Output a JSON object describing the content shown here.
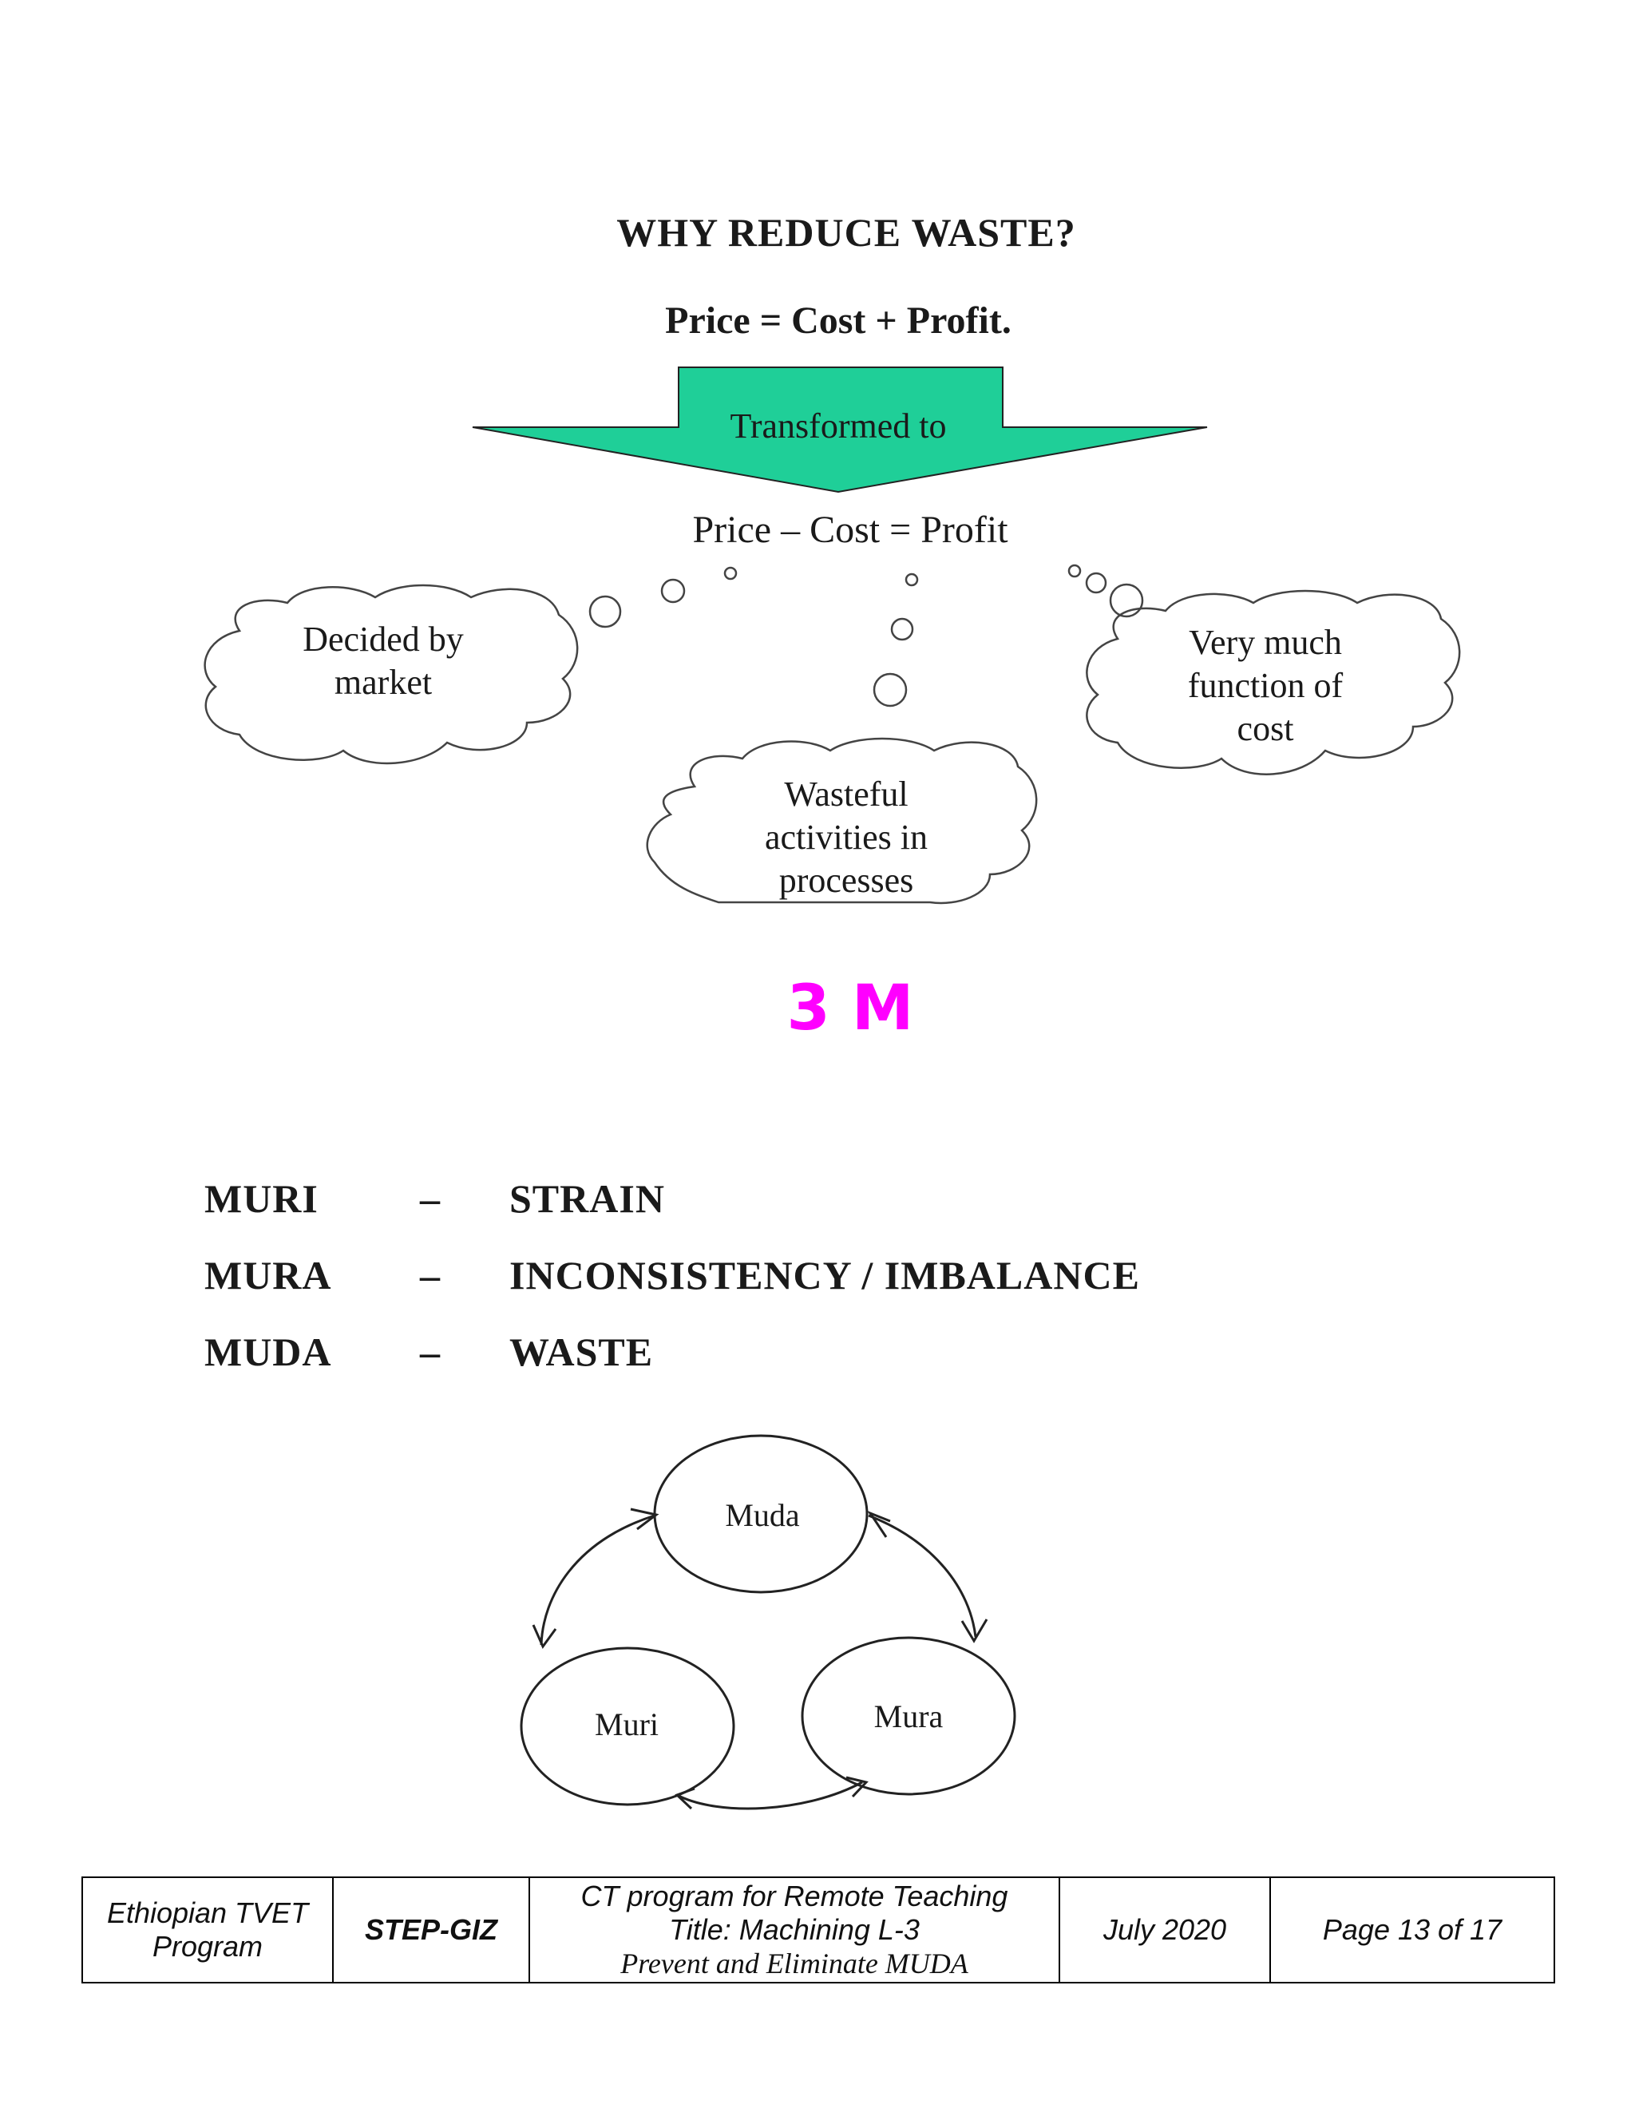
{
  "heading": "WHY REDUCE WASTE?",
  "equation_top": "Price = Cost + Profit.",
  "arrow_label": "Transformed to",
  "equation_bottom": "Price – Cost = Profit",
  "clouds": {
    "left": [
      "Decided by",
      "market"
    ],
    "right": [
      "Very much",
      "function of",
      "cost"
    ],
    "middle": [
      "Wasteful",
      "activities in",
      "processes"
    ]
  },
  "section_title": "3 M",
  "terms": [
    {
      "term": "MURI",
      "dash": "–",
      "meaning": "STRAIN"
    },
    {
      "term": "MURA",
      "dash": "–",
      "meaning": "INCONSISTENCY / IMBALANCE"
    },
    {
      "term": "MUDA",
      "dash": "–",
      "meaning": "WASTE"
    }
  ],
  "cycle": {
    "top": "Muda",
    "left": "Muri",
    "right": "Mura"
  },
  "footer": {
    "program_line1": "Ethiopian TVET",
    "program_line2": "Program",
    "org": "STEP-GIZ",
    "title_line1": "CT program for Remote Teaching",
    "title_line2": "Title:  Machining L-3",
    "title_line3": "Prevent and Eliminate MUDA",
    "date": "July 2020",
    "page": "Page 13 of 17"
  },
  "colors": {
    "arrow_fill": "#1fcf98",
    "section_title": "#ff00ff"
  }
}
